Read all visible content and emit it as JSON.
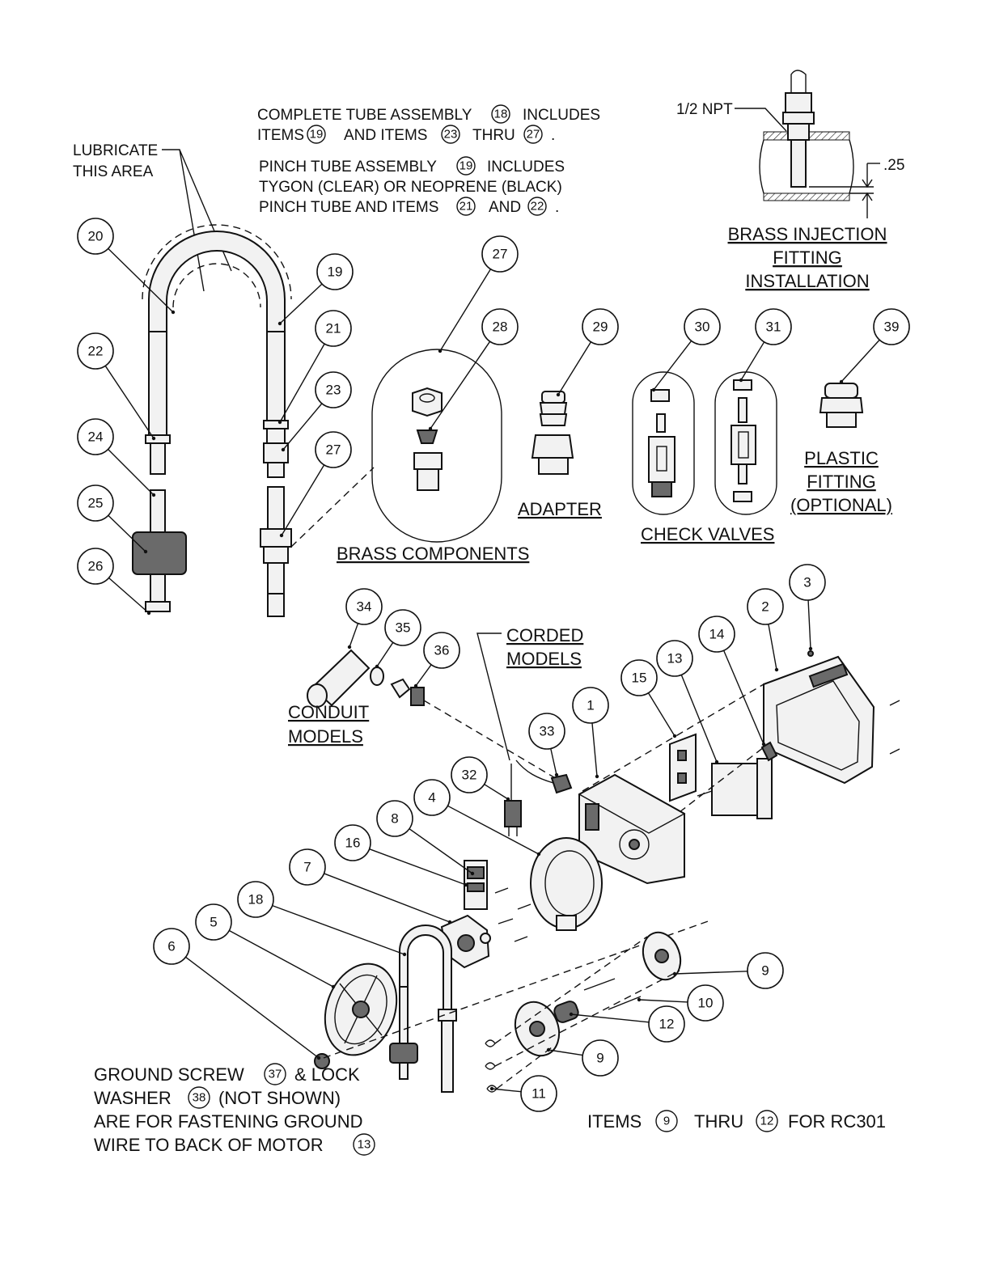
{
  "notes": {
    "complete_tube_l1a": "COMPLETE TUBE ASSEMBLY",
    "complete_tube_l1_num": "18",
    "complete_tube_l1b": "INCLUDES",
    "complete_tube_l2a": "ITEMS",
    "complete_tube_l2_num1": "19",
    "complete_tube_l2b": "AND ITEMS",
    "complete_tube_l2_num2": "23",
    "complete_tube_l2c": "THRU",
    "complete_tube_l2_num3": "27",
    "complete_tube_l2d": ".",
    "pinch_l1a": "PINCH TUBE ASSEMBLY",
    "pinch_l1_num": "19",
    "pinch_l1b": "INCLUDES",
    "pinch_l2": "TYGON (CLEAR) OR NEOPRENE (BLACK)",
    "pinch_l3a": "PINCH TUBE AND ITEMS",
    "pinch_l3_num1": "21",
    "pinch_l3b": "AND",
    "pinch_l3_num2": "22",
    "pinch_l3c": ".",
    "lubricate_l1": "LUBRICATE",
    "lubricate_l2": "THIS AREA",
    "npt": "1/2 NPT",
    "dim": ".25",
    "ground_l1a": "GROUND SCREW",
    "ground_l1_num": "37",
    "ground_l1b": "& LOCK",
    "ground_l2a": "WASHER",
    "ground_l2_num": "38",
    "ground_l2b": "(NOT SHOWN)",
    "ground_l3": "ARE FOR FASTENING GROUND",
    "ground_l4a": "WIRE TO BACK OF MOTOR",
    "ground_l4_num": "13",
    "items_a": "ITEMS",
    "items_num1": "9",
    "items_b": "THRU",
    "items_num2": "12",
    "items_c": "FOR RC301"
  },
  "headings": {
    "brass_injection_l1": "BRASS INJECTION",
    "brass_injection_l2": "FITTING",
    "brass_injection_l3": "INSTALLATION",
    "brass_components": "BRASS COMPONENTS",
    "adapter": "ADAPTER",
    "check_valves": "CHECK VALVES",
    "plastic_l1": "PLASTIC",
    "plastic_l2": "FITTING",
    "plastic_l3": "(OPTIONAL)",
    "corded_l1": "CORDED",
    "corded_l2": "MODELS",
    "conduit_l1": "CONDUIT",
    "conduit_l2": "MODELS"
  },
  "callouts": [
    "20",
    "19",
    "22",
    "21",
    "23",
    "24",
    "27",
    "25",
    "26",
    "27",
    "28",
    "29",
    "30",
    "31",
    "39",
    "34",
    "35",
    "36",
    "3",
    "2",
    "14",
    "13",
    "15",
    "1",
    "33",
    "32",
    "4",
    "8",
    "16",
    "7",
    "18",
    "5",
    "6",
    "9",
    "10",
    "12",
    "9",
    "11"
  ]
}
